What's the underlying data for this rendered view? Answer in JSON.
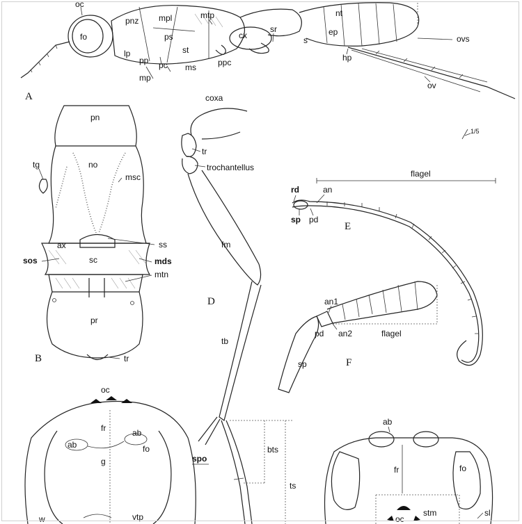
{
  "panels": {
    "A": "A",
    "B": "B",
    "D": "D",
    "E": "E",
    "F": "F"
  },
  "panel_a": {
    "labels": [
      "oc",
      "fo",
      "pnz",
      "mpl",
      "mtp",
      "nt",
      "cx",
      "sr",
      "s",
      "ep",
      "ovs",
      "hp",
      "ov",
      "lp",
      "pp",
      "pc",
      "ps",
      "st",
      "ms",
      "ppc",
      "mp"
    ]
  },
  "panel_b": {
    "labels": [
      "pn",
      "tg",
      "no",
      "msc",
      "ax",
      "ss",
      "sos",
      "sc",
      "mds",
      "mtn",
      "pr",
      "tr"
    ]
  },
  "panel_d": {
    "labels": [
      "coxa",
      "tr",
      "trochantellus",
      "fm",
      "tb",
      "spo",
      "bts",
      "ts"
    ]
  },
  "panel_e": {
    "labels": [
      "flagel",
      "rd",
      "an",
      "sp",
      "pd"
    ]
  },
  "panel_f": {
    "labels": [
      "an1",
      "pd",
      "an2",
      "flagel",
      "sp"
    ]
  },
  "head_left": {
    "labels": [
      "oc",
      "fr",
      "ab",
      "ab",
      "fo",
      "g",
      "w",
      "vtp"
    ]
  },
  "head_right": {
    "labels": [
      "ab",
      "fr",
      "fo",
      "stm",
      "oc",
      "sl"
    ]
  },
  "scale_mark": "1/5"
}
